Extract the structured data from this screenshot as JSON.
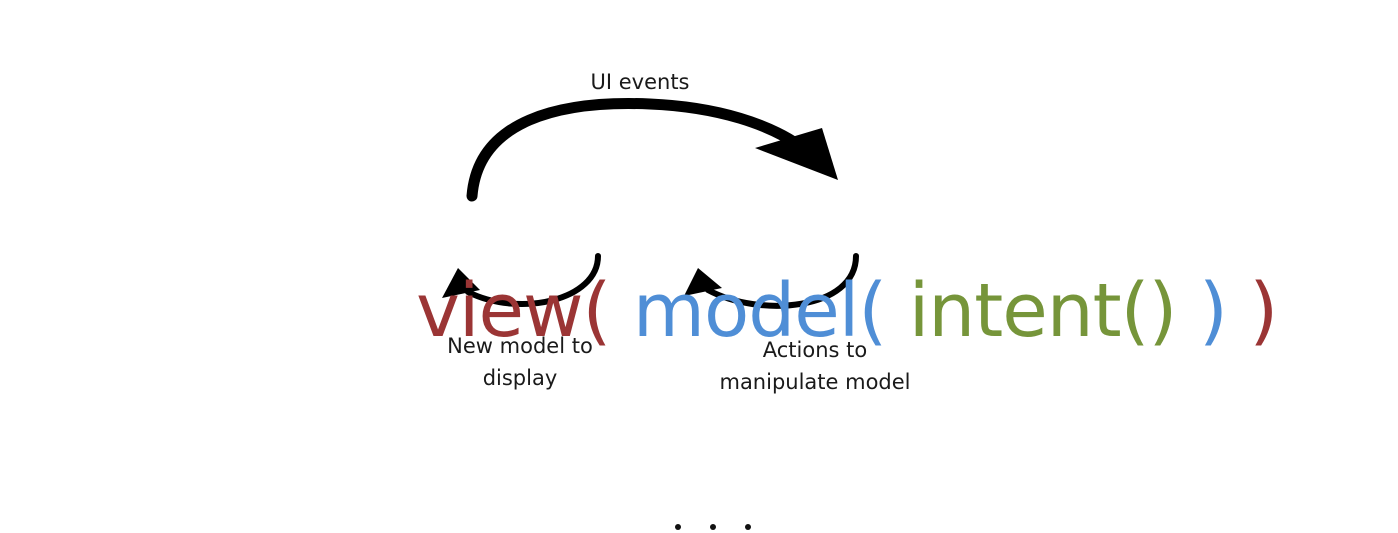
{
  "diagram": {
    "formula": {
      "tokens": [
        {
          "text": "view(",
          "role": "view",
          "color": "#9b3535"
        },
        {
          "text": " ",
          "role": "space",
          "color": "#9b3535"
        },
        {
          "text": "model(",
          "role": "model",
          "color": "#4f8ed6"
        },
        {
          "text": " ",
          "role": "space",
          "color": "#4f8ed6"
        },
        {
          "text": "intent()",
          "role": "intent",
          "color": "#76953a"
        },
        {
          "text": " ",
          "role": "space",
          "color": "#76953a"
        },
        {
          "text": ")",
          "role": "model-close",
          "color": "#4f8ed6"
        },
        {
          "text": " ",
          "role": "space",
          "color": "#4f8ed6"
        },
        {
          "text": ")",
          "role": "view-close",
          "color": "#9b3535"
        }
      ]
    },
    "labels": {
      "ui_events": "UI events",
      "new_model_line1": "New model to",
      "new_model_line2": "display",
      "actions_line1": "Actions to",
      "actions_line2": "manipulate model"
    },
    "arrows": [
      {
        "name": "ui-events-arrow",
        "from": "view",
        "to": "intent",
        "label": "UI events"
      },
      {
        "name": "new-model-arrow",
        "from": "model",
        "to": "view",
        "label": "New model to display"
      },
      {
        "name": "actions-arrow",
        "from": "intent",
        "to": "model",
        "label": "Actions to manipulate model"
      }
    ],
    "ellipsis": "..."
  }
}
